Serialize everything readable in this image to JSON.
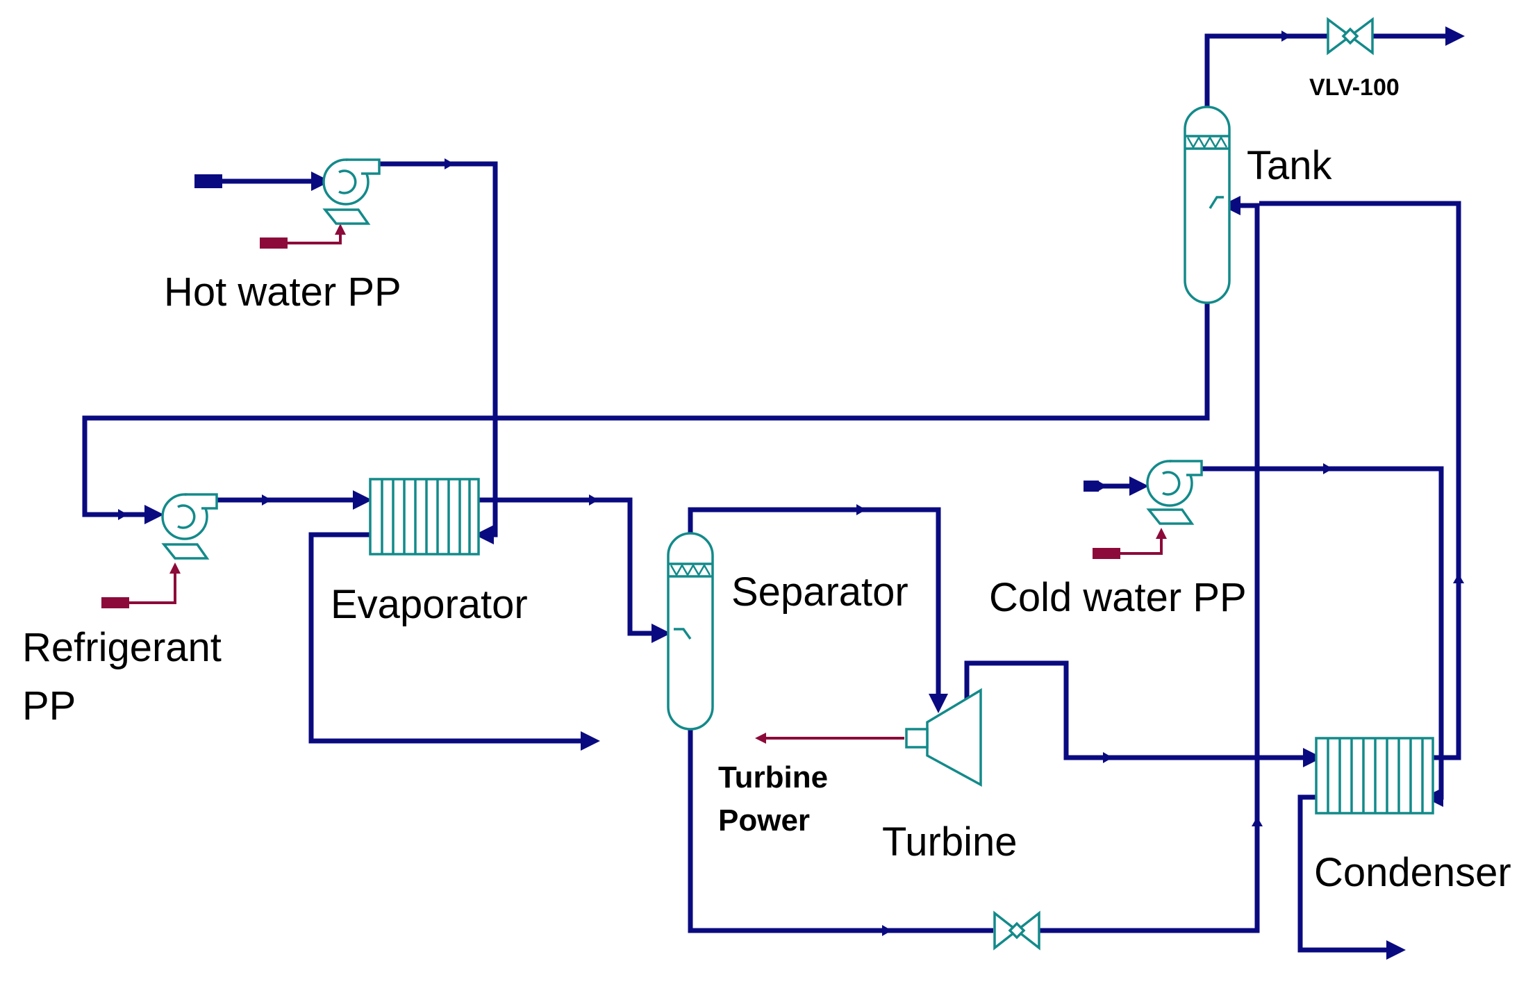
{
  "colors": {
    "stream": "#0a0a80",
    "equipment": "#138a8a",
    "energy": "#8c0a3a",
    "background": "#ffffff"
  },
  "labels": {
    "hot_water_pump": "Hot water PP",
    "refrigerant_pump_line1": "Refrigerant",
    "refrigerant_pump_line2": "PP",
    "evaporator": "Evaporator",
    "separator": "Separator",
    "cold_water_pump": "Cold water PP",
    "tank": "Tank",
    "top_valve": "VLV-100",
    "turbine": "Turbine",
    "turbine_power_line1": "Turbine",
    "turbine_power_line2": "Power",
    "condenser": "Condenser"
  },
  "icons": {
    "pump": "centrifugal-pump-icon",
    "exchanger": "heat-exchanger-icon",
    "column": "separator-column-icon",
    "valve": "valve-icon",
    "turbine": "turbine-icon"
  }
}
